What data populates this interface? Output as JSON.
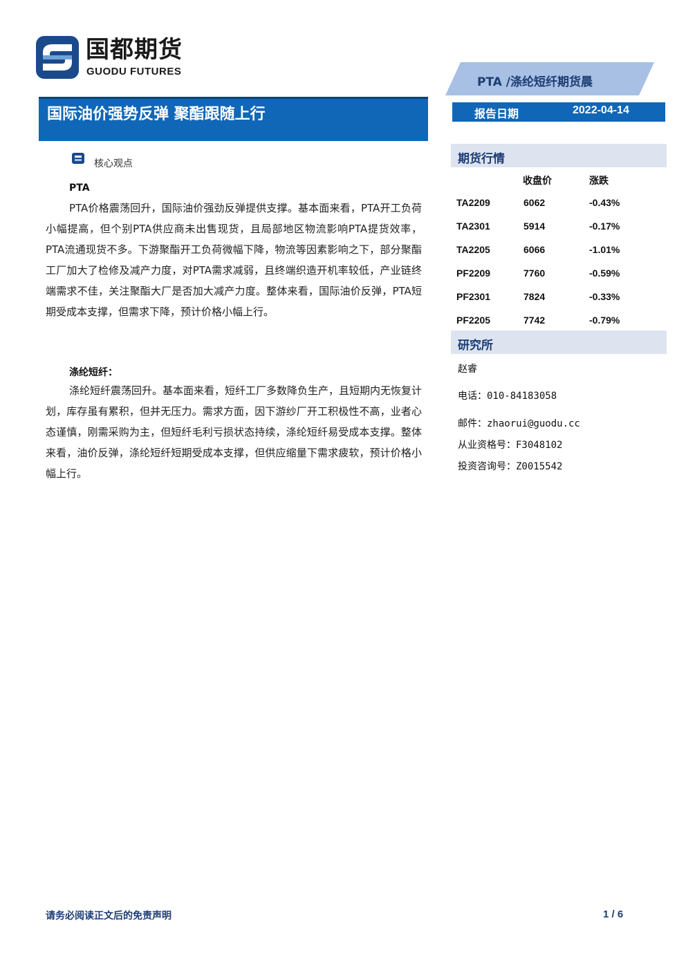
{
  "header": {
    "logo_cn": "国都期货",
    "logo_en": "GUODU FUTURES",
    "banner": "PTA /涤纶短纤期货晨",
    "title": "国际油价强势反弹 聚酯跟随上行",
    "date_label": "报告日期",
    "date_value": "2022-04-14"
  },
  "colors": {
    "brand_blue": "#1067b8",
    "navy": "#1d3d75",
    "section_bg": "#dde4f0"
  },
  "main": {
    "core_label": "核心观点",
    "pta_head": "PTA",
    "pta_text": "PTA价格震荡回升，国际油价强劲反弹提供支撑。基本面来看，PTA开工负荷小幅提高，但个别PTA供应商未出售现货，且局部地区物流影响PTA提货效率，PTA流通现货不多。下游聚酯开工负荷微幅下降，物流等因素影响之下，部分聚酯工厂加大了检修及减产力度，对PTA需求减弱，且终端织造开机率较低，产业链终端需求不佳，关注聚酯大厂是否加大减产力度。整体来看，国际油价反弹，PTA短期受成本支撑，但需求下降，预计价格小幅上行。",
    "pf_head": "涤纶短纤：",
    "pf_text": "涤纶短纤震荡回升。基本面来看，短纤工厂多数降负生产，且短期内无恢复计划，库存虽有累积，但并无压力。需求方面，因下游纱厂开工积极性不高，业者心态谨慎，刚需采购为主，但短纤毛利亏损状态持续，涤纶短纤易受成本支撑。整体来看，油价反弹，涤纶短纤短期受成本支撑，但供应缩量下需求疲软，预计价格小幅上行。"
  },
  "sidebar": {
    "market_head": "期货行情",
    "col_close": "收盘价",
    "col_change": "涨跌",
    "rows": [
      {
        "code": "TA2209",
        "close": "6062",
        "change": "-0.43%"
      },
      {
        "code": "TA2301",
        "close": "5914",
        "change": "-0.17%"
      },
      {
        "code": "TA2205",
        "close": "6066",
        "change": "-1.01%"
      },
      {
        "code": "PF2209",
        "close": "7760",
        "change": "-0.59%"
      },
      {
        "code": "PF2301",
        "close": "7824",
        "change": "-0.33%"
      },
      {
        "code": "PF2205",
        "close": "7742",
        "change": "-0.79%"
      }
    ],
    "research_head": "研究所",
    "analyst": "赵睿",
    "phone": "电话：010-84183058",
    "email": "邮件：zhaorui@guodu.cc",
    "license": "从业资格号：F3048102",
    "consult": "投资咨询号：Z0015542"
  },
  "footer": {
    "disclaimer": "请务必阅读正文后的免责声明",
    "page": "1 / 6"
  }
}
